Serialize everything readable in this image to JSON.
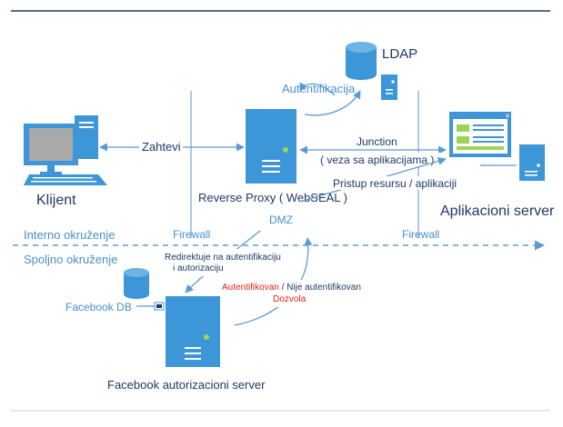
{
  "nodes": {
    "ldap": {
      "label": "LDAP"
    },
    "client": {
      "label": "Klijent"
    },
    "proxy": {
      "label": "Reverse Proxy ( WebSEAL )"
    },
    "app_server": {
      "label": "Aplikacioni server"
    },
    "facebook_db": {
      "label": "Facebook DB"
    },
    "facebook_server": {
      "label": "Facebook autorizacioni server"
    }
  },
  "edges": {
    "authentication": "Autentifikacija",
    "requests": "Zahtevi",
    "junction_line1": "Junction",
    "junction_line2": "( veza sa aplikacijama )",
    "resource_access": "Pristup resursu / aplikaciji",
    "redirect_line1": "Redirektuje na autentifikaciju",
    "redirect_line2": "i autorizaciju",
    "authenticated": "Autentifikovan",
    "separator": " / ",
    "not_authenticated": "Nije autentifikovan",
    "allow": "Dozvola"
  },
  "zones": {
    "internal": "Interno okruženje",
    "external": "Spoljno okruženje",
    "dmz": "DMZ",
    "firewall_left": "Firewall",
    "firewall_right": "Firewall"
  },
  "colors": {
    "server_blue": "#3c96d8",
    "server_dark": "#2a73b0",
    "line_blue": "#5b9bd5",
    "label_blue": "#4a8fcb",
    "text_dark": "#1f3864",
    "alert_red": "#e8201a",
    "status_green": "#9fd356"
  }
}
